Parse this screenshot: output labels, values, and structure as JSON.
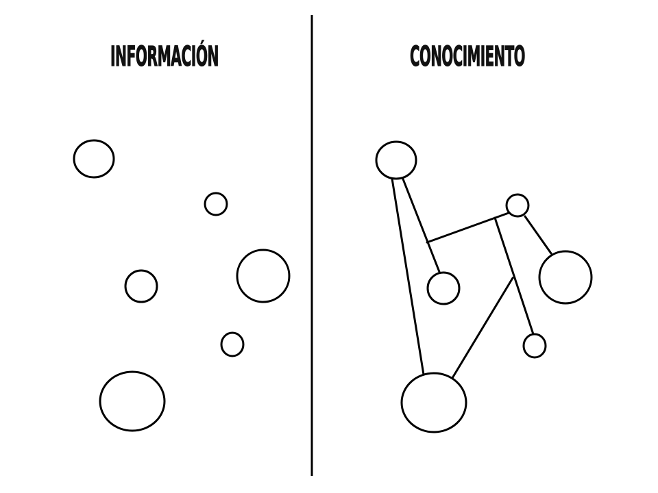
{
  "panels": {
    "left_title": "INFORMACIÓN",
    "right_title": "CONOCIMIENTO"
  },
  "nodes": {
    "informacion": [
      "node-1",
      "node-2",
      "node-3",
      "node-4",
      "node-5",
      "node-6"
    ],
    "conocimiento": [
      "node-a",
      "node-b",
      "node-c",
      "node-d",
      "node-e",
      "node-f"
    ]
  },
  "colors": {
    "background": "#ffffff",
    "ink": "#000000"
  }
}
